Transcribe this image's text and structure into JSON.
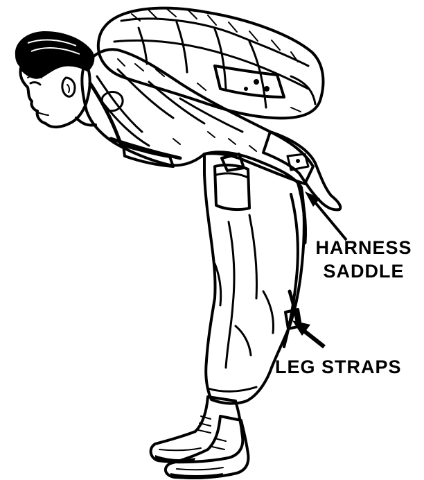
{
  "labels": {
    "harness_saddle_line1": "HARNESS",
    "harness_saddle_line2": "SADDLE",
    "leg_straps": "LEG STRAPS"
  },
  "colors": {
    "ink": "#000000",
    "paper": "#ffffff"
  }
}
